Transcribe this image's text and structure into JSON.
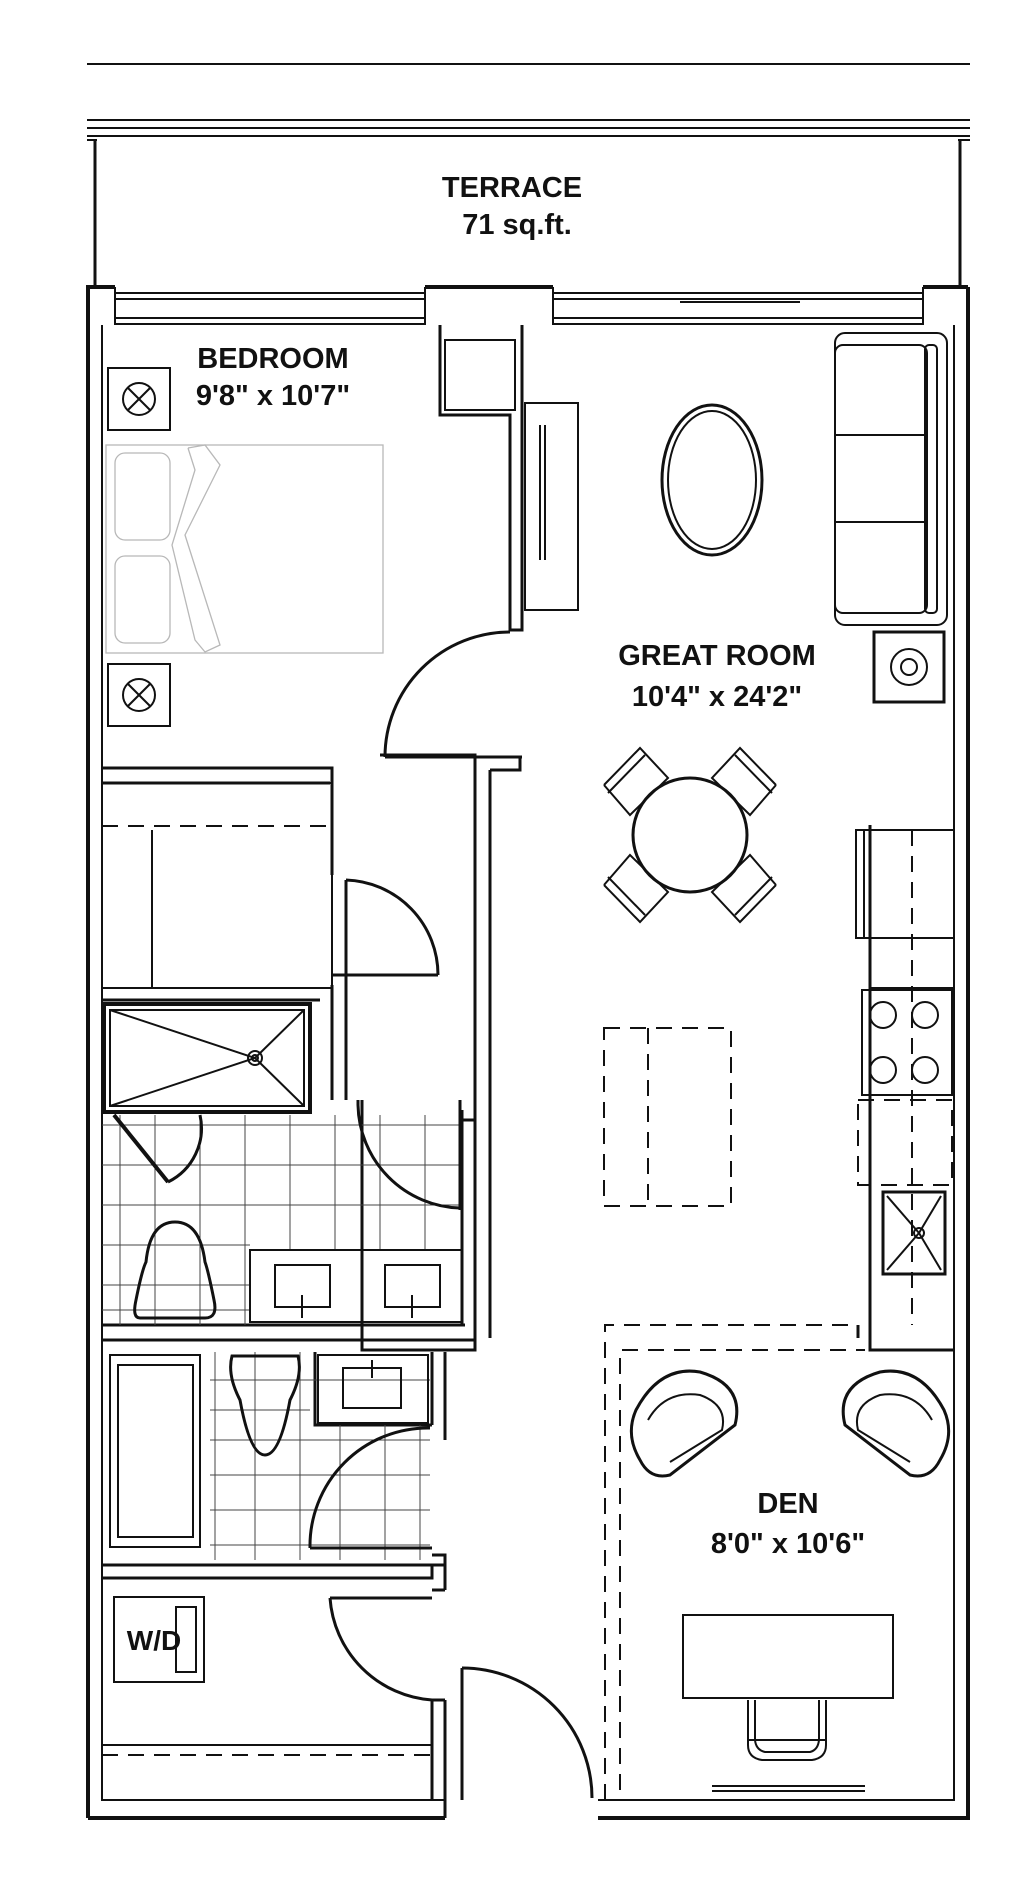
{
  "plan": {
    "rooms": {
      "terrace": {
        "name": "TERRACE",
        "size": "71 sq.ft."
      },
      "bedroom": {
        "name": "BEDROOM",
        "size": "9'8\" x 10'7\""
      },
      "great_room": {
        "name": "GREAT ROOM",
        "size": "10'4\" x 24'2\""
      },
      "den": {
        "name": "DEN",
        "size": "8'0\" x 10'6\""
      }
    },
    "appliances": {
      "washer_dryer": "W/D"
    },
    "colors": {
      "line": "#111111",
      "faint": "#b8b8b8",
      "background": "#ffffff"
    }
  }
}
